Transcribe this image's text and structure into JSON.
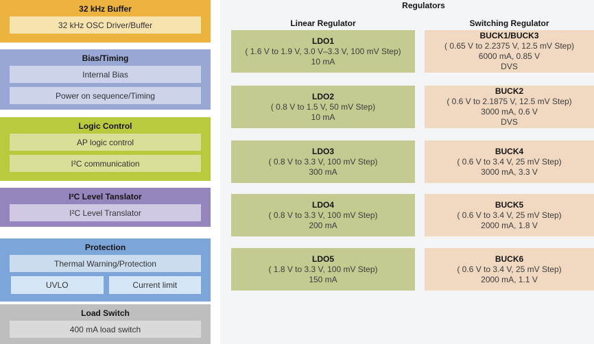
{
  "page": {
    "background": "#ffffff",
    "panel_background": "#f3f5f7"
  },
  "left_column": {
    "blocks": [
      {
        "title": "32 kHz Buffer",
        "bg": "#ecb33e",
        "inner_bg": "#f7e3ae",
        "items": [
          "32 kHz OSC Driver/Buffer"
        ]
      },
      {
        "title": "Bias/Timing",
        "bg": "#98a7d4",
        "inner_bg": "#ccd3ea",
        "items": [
          "Internal Bias",
          "Power on sequence/Timing"
        ]
      },
      {
        "title": "Logic Control",
        "bg": "#b9ca3f",
        "inner_bg": "#d9df96",
        "items": [
          "AP logic control",
          "I²C communication"
        ]
      },
      {
        "title": "I²C Level Tanslator",
        "bg": "#9585bd",
        "inner_bg": "#d0c9e3",
        "items": [
          "I²C Level Translator"
        ]
      },
      {
        "title": "Protection",
        "bg": "#7ca5d9",
        "inner_bg": "#cbdcee",
        "split_inner_bg": "#d5e6f7",
        "items": [
          "Thermal Warning/Protection"
        ],
        "split_items": [
          "UVLO",
          "Current limit"
        ]
      },
      {
        "title": "Load Switch",
        "bg": "#bebebe",
        "inner_bg": "#dadada",
        "items": [
          "400 mA load switch"
        ]
      }
    ]
  },
  "regulators": {
    "title": "Regulators",
    "linear": {
      "header": "Linear Regulator",
      "block_bg": "#c4ca90",
      "blocks": [
        {
          "name": "LDO1",
          "lines": [
            "( 1.6 V to 1.9 V, 3.0 V–3.3 V, 100 mV Step)",
            "10 mA"
          ]
        },
        {
          "name": "LDO2",
          "lines": [
            "( 0.8 V to 1.5 V, 50 mV Step)",
            "10 mA"
          ]
        },
        {
          "name": "LDO3",
          "lines": [
            "( 0.8 V to 3.3 V, 100 mV Step)",
            "300 mA"
          ]
        },
        {
          "name": "LDO4",
          "lines": [
            "( 0.8 V to 3.3 V, 100 mV Step)",
            "200 mA"
          ]
        },
        {
          "name": "LDO5",
          "lines": [
            "( 1.8 V to 3.3 V, 100 mV Step)",
            "150 mA"
          ]
        }
      ]
    },
    "switching": {
      "header": "Switching Regulator",
      "block_bg": "#f0d8c1",
      "blocks": [
        {
          "name": "BUCK1/BUCK3",
          "lines": [
            "( 0.65 V to 2.2375 V, 12.5 mV Step)",
            "6000 mA, 0.85 V",
            "DVS"
          ]
        },
        {
          "name": "BUCK2",
          "lines": [
            "( 0.6 V to 2.1875 V, 12.5 mV Step)",
            "3000 mA, 0.6 V",
            "DVS"
          ]
        },
        {
          "name": "BUCK4",
          "lines": [
            "( 0.6 V to 3.4 V, 25 mV Step)",
            "3000 mA, 3.3 V"
          ]
        },
        {
          "name": "BUCK5",
          "lines": [
            "( 0.6 V to 3.4 V, 25 mV Step)",
            "2000 mA, 1.8 V"
          ]
        },
        {
          "name": "BUCK6",
          "lines": [
            "( 0.6 V to 3.4 V, 25 mV Step)",
            "2000 mA, 1.1 V"
          ]
        }
      ]
    }
  }
}
